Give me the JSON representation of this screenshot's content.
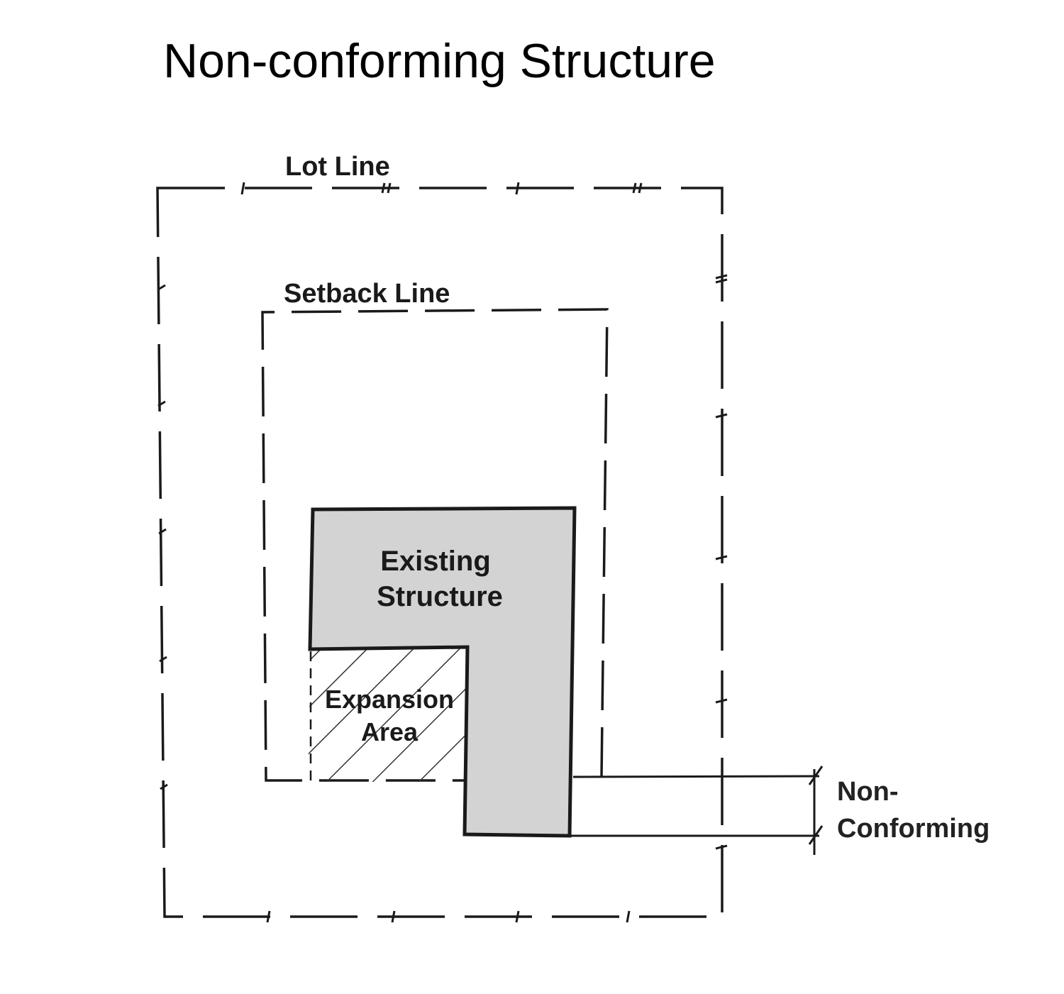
{
  "title": "Non-conforming Structure",
  "labels": {
    "lot_line": "Lot Line",
    "setback_line": "Setback Line",
    "existing_structure": [
      "Existing",
      "Structure"
    ],
    "expansion_area": [
      "Expansion",
      "Area"
    ],
    "non_conforming": [
      "Non-",
      "Conforming"
    ]
  },
  "colors": {
    "structure_fill": "#d3d3d3",
    "line": "#1a1a1a",
    "background": "#ffffff"
  }
}
